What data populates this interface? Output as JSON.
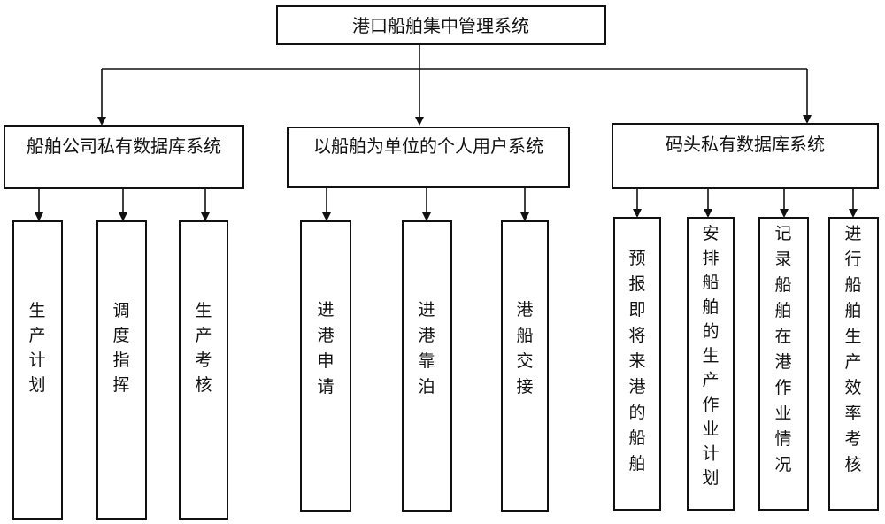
{
  "root": {
    "label": "港口船舶集中管理系统"
  },
  "groups": [
    {
      "label": "船舶公司私有数据库系统",
      "children": [
        "生产计划",
        "调度指挥",
        "生产考核"
      ]
    },
    {
      "label": "以船舶为单位的个人用户系统",
      "children": [
        "进港申请",
        "进港靠泊",
        "港船交接"
      ]
    },
    {
      "label": "码头私有数据库系统",
      "children": [
        "预报即将来港的船舶",
        "安排船舶的生产作业计划",
        "记录船舶在港作业情况",
        "进行船舶生产效率考核"
      ]
    }
  ]
}
